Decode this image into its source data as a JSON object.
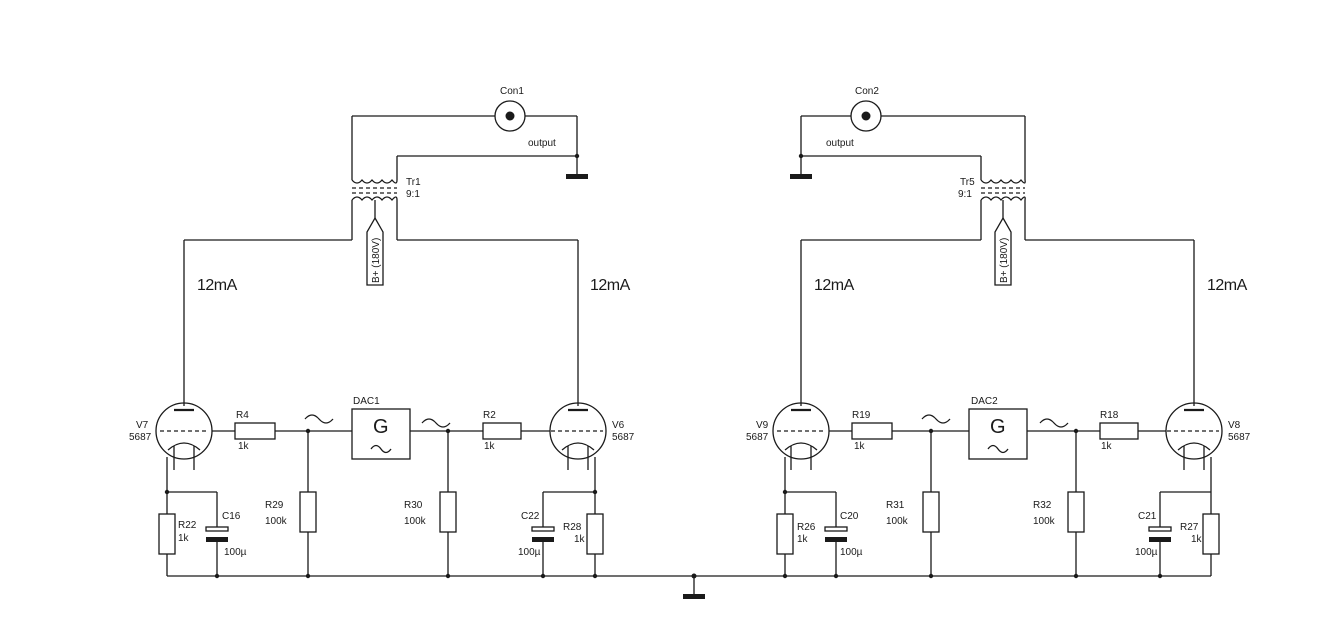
{
  "channels": [
    {
      "connector": {
        "ref": "Con1",
        "label": "output"
      },
      "transformer": {
        "ref": "Tr1",
        "ratio": "9:1"
      },
      "supply": "B+ (180V)",
      "currents": {
        "left": "12mA",
        "right": "12mA"
      },
      "generator": {
        "ref": "DAC1",
        "symbol": "G"
      },
      "tubes": [
        {
          "ref": "V7",
          "type": "5687"
        },
        {
          "ref": "V6",
          "type": "5687"
        }
      ],
      "grid_resistors": [
        {
          "ref": "R4",
          "value": "1k"
        },
        {
          "ref": "R2",
          "value": "1k"
        }
      ],
      "load_resistors": [
        {
          "ref": "R29",
          "value": "100k"
        },
        {
          "ref": "R30",
          "value": "100k"
        }
      ],
      "cathode_resistors": [
        {
          "ref": "R22",
          "value": "1k"
        },
        {
          "ref": "R28",
          "value": "1k"
        }
      ],
      "cathode_caps": [
        {
          "ref": "C16",
          "value": "100µ"
        },
        {
          "ref": "C22",
          "value": "100µ"
        }
      ]
    },
    {
      "connector": {
        "ref": "Con2",
        "label": "output"
      },
      "transformer": {
        "ref": "Tr5",
        "ratio": "9:1"
      },
      "supply": "B+ (180V)",
      "currents": {
        "left": "12mA",
        "right": "12mA"
      },
      "generator": {
        "ref": "DAC2",
        "symbol": "G"
      },
      "tubes": [
        {
          "ref": "V9",
          "type": "5687"
        },
        {
          "ref": "V8",
          "type": "5687"
        }
      ],
      "grid_resistors": [
        {
          "ref": "R19",
          "value": "1k"
        },
        {
          "ref": "R18",
          "value": "1k"
        }
      ],
      "load_resistors": [
        {
          "ref": "R31",
          "value": "100k"
        },
        {
          "ref": "R32",
          "value": "100k"
        }
      ],
      "cathode_resistors": [
        {
          "ref": "R26",
          "value": "1k"
        },
        {
          "ref": "R27",
          "value": "1k"
        }
      ],
      "cathode_caps": [
        {
          "ref": "C20",
          "value": "100µ"
        },
        {
          "ref": "C21",
          "value": "100µ"
        }
      ]
    }
  ]
}
